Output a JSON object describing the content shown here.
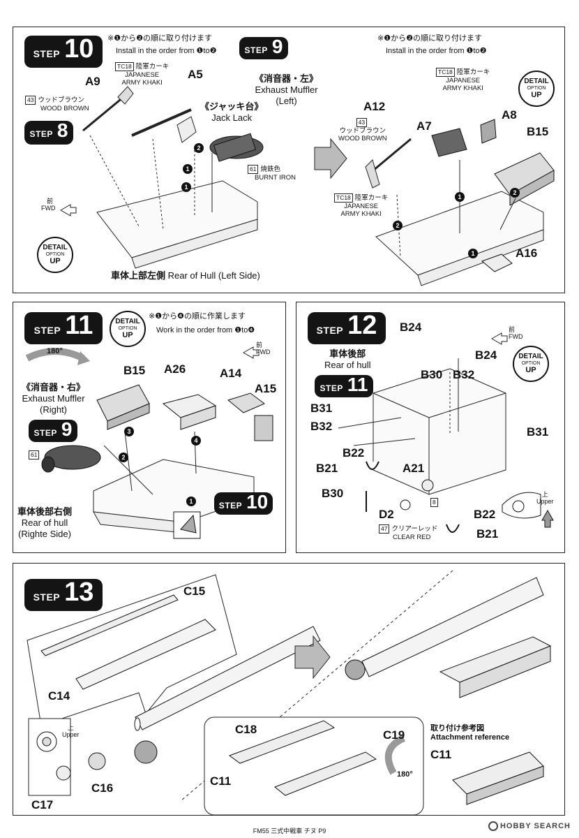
{
  "step10": {
    "step_word": "STEP",
    "step_num": "10",
    "order_jp": "※❶から❷の順に取り付けます",
    "order_en": "Install in the order from ❶to❷",
    "sub_step": "9",
    "sub_step_8": "8",
    "parts": {
      "a9": "A9",
      "a5": "A5"
    },
    "paint_khaki": {
      "code": "TC18",
      "jp": "陸軍カーキ",
      "en1": "JAPANESE",
      "en2": "ARMY KHAKI"
    },
    "paint_brown": {
      "code": "43",
      "jp": "ウッドブラウン",
      "en": "WOOD BROWN"
    },
    "paint_iron": {
      "code": "61",
      "jp": "焼鉄色",
      "en": "BURNT IRON"
    },
    "muffler_jp": "《消音器・左》",
    "muffler_en1": "Exhaust Muffler",
    "muffler_en2": "(Left)",
    "jack_jp": "《ジャッキ台》",
    "jack_en": "Jack Lack",
    "fwd_jp": "前",
    "fwd_en": "FWD",
    "caption_jp": "車体上部左側",
    "caption_en": "Rear of Hull (Left Side)"
  },
  "step10r": {
    "order_jp": "※❶から❷の順に取り付けます",
    "order_en": "Install in the order from ❶to❷",
    "parts": {
      "a12": "A12",
      "a7": "A7",
      "a8": "A8",
      "b15": "B15",
      "a16": "A16"
    },
    "paint_brown": {
      "code": "43",
      "jp": "ウッドブラウン",
      "en": "WOOD BROWN"
    },
    "paint_khaki_top": {
      "code": "TC18",
      "jp": "陸軍カーキ",
      "en1": "JAPANESE",
      "en2": "ARMY KHAKI"
    },
    "paint_khaki_bot": {
      "code": "TC18",
      "jp": "陸軍カーキ",
      "en1": "JAPANESE",
      "en2": "ARMY KHAKI"
    }
  },
  "detail": {
    "l1": "DETAIL",
    "l2": "OPTION",
    "l3": "UP"
  },
  "step11": {
    "step_word": "STEP",
    "step_num": "11",
    "order_jp": "※❶から❹の順に作業します",
    "order_en": "Work in the order from ❶to❹",
    "rotate": "180°",
    "muffler_jp": "《消音器・右》",
    "muffler_en1": "Exhaust Muffler",
    "muffler_en2": "(Right)",
    "sub_step_9": "9",
    "sub_step_10": "10",
    "paint_iron": "61",
    "parts": {
      "b15": "B15",
      "a26": "A26",
      "a14": "A14",
      "a15": "A15"
    },
    "fwd_jp": "前",
    "fwd_en": "FWD",
    "caption_jp": "車体後部右側",
    "caption_en1": "Rear of hull",
    "caption_en2": "(Righte Side)"
  },
  "step12": {
    "step_word": "STEP",
    "step_num": "12",
    "hull_jp": "車体後部",
    "hull_en": "Rear of hull",
    "sub_step_11": "11",
    "parts": {
      "b24a": "B24",
      "b24b": "B24",
      "b30a": "B30",
      "b32a": "B32",
      "b31a": "B31",
      "b32b": "B32",
      "b31b": "B31",
      "b22a": "B22",
      "b21a": "B21",
      "a21": "A21",
      "b30b": "B30",
      "d2": "D2",
      "b22b": "B22",
      "b21b": "B21"
    },
    "paint_8": "8",
    "paint_red": {
      "code": "47",
      "jp": "クリアーレッド",
      "en": "CLEAR RED"
    },
    "fwd_jp": "前",
    "fwd_en": "FWD",
    "upper_jp": "上",
    "upper_en": "Upper"
  },
  "step13": {
    "step_word": "STEP",
    "step_num": "13",
    "parts": {
      "c15": "C15",
      "c14": "C14",
      "c17": "C17",
      "c16": "C16",
      "c18": "C18",
      "c19": "C19",
      "c11a": "C11",
      "c11b": "C11"
    },
    "upper_jp": "上",
    "upper_en": "Upper",
    "rotate": "180°",
    "attach_jp": "取り付け参考図",
    "attach_en": "Attachment reference"
  },
  "footer": {
    "text": "FM55 三式中戦車 チヌ P9"
  },
  "watermark": {
    "text": "HOBBY SEARCH"
  }
}
